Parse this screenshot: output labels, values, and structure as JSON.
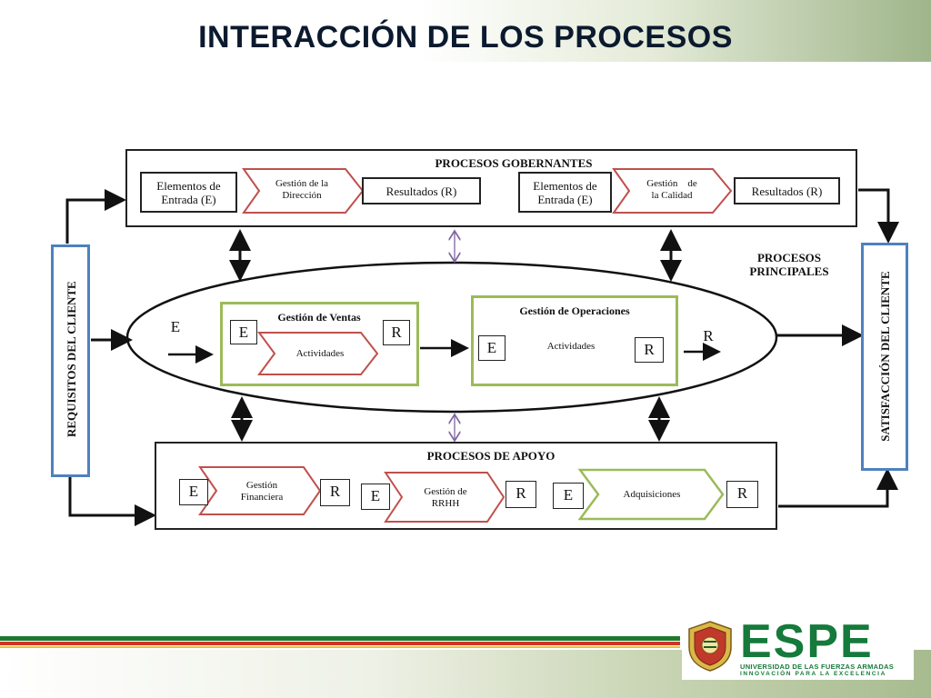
{
  "slide": {
    "title": "INTERACCIÓN DE LOS PROCESOS"
  },
  "diagram": {
    "left_bar": "REQUISITOS DEL  CLIENTE",
    "right_bar": "SATISFACCIÓN DEL CLIENTE",
    "gobernantes": {
      "title": "PROCESOS GOBERNANTES",
      "in1": "Elementos de Entrada (E)",
      "proc1": "Gestión de la Dirección",
      "out1": "Resultados (R)",
      "in2": "Elementos de Entrada (E)",
      "proc2": "Gestión    de la Calidad",
      "out2": "Resultados (R)"
    },
    "principales": {
      "title": "PROCESOS PRINCIPALES",
      "input_label": "E",
      "output_label": "R",
      "ventas": {
        "title": "Gestión de Ventas",
        "e": "E",
        "activity": "Actividades",
        "r": "R"
      },
      "operaciones": {
        "title": "Gestión de Operaciones",
        "e": "E",
        "activity": "Actividades",
        "r": "R"
      }
    },
    "apoyo": {
      "title": "PROCESOS DE APOYO",
      "items": [
        {
          "e": "E",
          "name": "Gestión Financiera",
          "r": "R"
        },
        {
          "e": "E",
          "name": "Gestión de RRHH",
          "r": "R"
        },
        {
          "e": "E",
          "name": "Adquisiciones",
          "r": "R"
        }
      ]
    }
  },
  "footer": {
    "logo_text": "ESPE",
    "logo_subtitle": "UNIVERSIDAD DE LAS FUERZAS ARMADAS",
    "logo_tagline": "INNOVACIÓN  PARA  LA  EXCELENCIA"
  },
  "colors": {
    "title": "#0b1a2e",
    "chevron_red": "#c0504d",
    "chevron_green": "#9bbb59",
    "side_bar": "#4f81bd",
    "double_arrow_purple": "#8064a2",
    "logo_green": "#157a3b"
  }
}
